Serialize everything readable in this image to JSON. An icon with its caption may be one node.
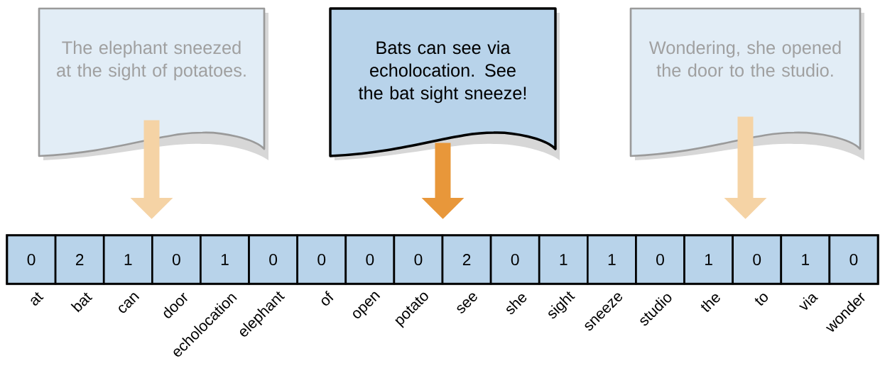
{
  "diagram": {
    "nodes": [
      {
        "text": [
          "The elephant sneezed at the sight of potatoes."
        ]
      },
      {
        "text": [
          "Bats can see via echolocation. See the bat sight sneeze!"
        ]
      },
      {
        "text": [
          "Wondering, she opened the door to the studio."
        ]
      },
      {
        "text": [],
        "shape": "bar"
      },
      {
        "text": [
          "0"
        ],
        "in": 3,
        "beside": [
          "at"
        ]
      },
      {
        "text": [
          "2"
        ],
        "in": 3,
        "beside": [
          "bat"
        ]
      },
      {
        "text": [
          "1"
        ],
        "in": 3,
        "beside": [
          "can"
        ]
      },
      {
        "text": [
          "0"
        ],
        "in": 3,
        "beside": [
          "door"
        ]
      },
      {
        "text": [
          "1"
        ],
        "in": 3,
        "beside": [
          "echolocation"
        ]
      },
      {
        "text": [
          "0"
        ],
        "in": 3,
        "beside": [
          "elephant"
        ]
      },
      {
        "text": [
          "0"
        ],
        "in": 3,
        "beside": [
          "of"
        ]
      },
      {
        "text": [
          "0"
        ],
        "in": 3,
        "beside": [
          "open"
        ]
      },
      {
        "text": [
          "0"
        ],
        "in": 3,
        "beside": [
          "potato"
        ]
      },
      {
        "text": [
          "2"
        ],
        "in": 3,
        "beside": [
          "see"
        ]
      },
      {
        "text": [
          "0"
        ],
        "in": 3,
        "beside": [
          "she"
        ]
      },
      {
        "text": [
          "1"
        ],
        "in": 3,
        "beside": [
          "sight"
        ]
      },
      {
        "text": [
          "1"
        ],
        "in": 3,
        "beside": [
          "sneeze"
        ]
      },
      {
        "text": [
          "0"
        ],
        "in": 3,
        "beside": [
          "studio"
        ]
      },
      {
        "text": [
          "1"
        ],
        "in": 3,
        "beside": [
          "the"
        ]
      },
      {
        "text": [
          "0"
        ],
        "in": 3,
        "beside": [
          "to"
        ]
      },
      {
        "text": [
          "1"
        ],
        "in": 3,
        "beside": [
          "via"
        ]
      },
      {
        "text": [
          "0"
        ],
        "in": 3,
        "beside": [
          "wonder"
        ]
      }
    ],
    "edges": [
      {
        "from": 0,
        "to": 3,
        "arrow": "to"
      },
      {
        "from": 1,
        "to": 3,
        "arrow": "to",
        "color": "#e8973a"
      },
      {
        "from": 2,
        "to": 3,
        "arrow": "to"
      }
    ]
  }
}
